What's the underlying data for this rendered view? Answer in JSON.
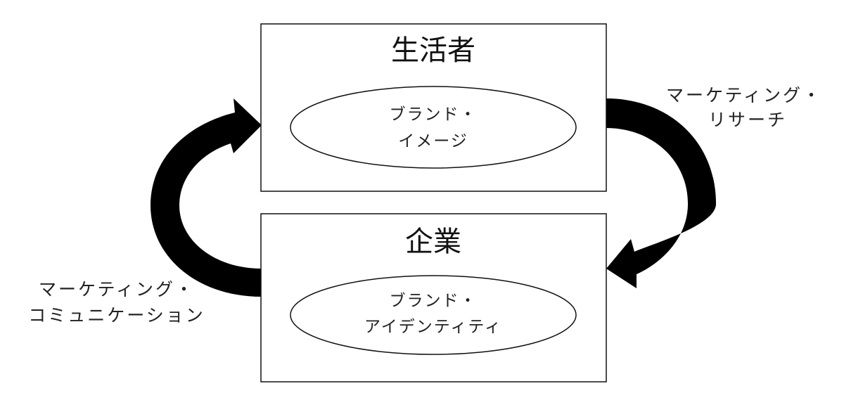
{
  "consumer_box": {
    "title": "生活者",
    "ellipse_lines": [
      "ブランド・",
      "イメージ"
    ]
  },
  "company_box": {
    "title": "企業",
    "ellipse_lines": [
      "ブランド・",
      "アイデンティティ"
    ]
  },
  "right_arrow": {
    "label_lines": [
      "マーケティング・",
      "リサーチ"
    ]
  },
  "left_arrow": {
    "label_lines": [
      "マーケティング・",
      "コミュニケーション"
    ]
  },
  "colors": {
    "stroke": "#111111",
    "arrow_fill": "#000000",
    "background": "#ffffff"
  }
}
